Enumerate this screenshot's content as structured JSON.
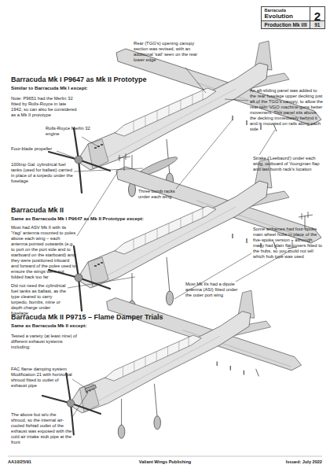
{
  "diagram": {
    "nodes": [
      {
        "text": [
          "Barracuda",
          "Evolution",
          "2",
          "Production Mk I/II",
          "91"
        ]
      }
    ],
    "labels": [
      "Barracuda Mk I P9647 as Mk II Prototype",
      "Similar to Barracuda Mk I except:",
      "Note: P9651 had the Merlin 32 fitted by Rolls-Royce in late 1942, so can also be considered as a Mk II prototype",
      "Rolls-Royce Merlin 32 engine",
      "Four-blade propeller",
      "100Imp Gal. cylindrical fuel tanks (used for ballast) carried in place of a torpedo under the fuselage",
      "Rear (TGG's) opening canopy section was revised, with an additional 'sail' seen on the rear lower edge",
      "An aft-sliding panel was added to the rear fuselage upper decking just aft of the TGG's canopy, to allow the rear twin 'VGO machine-guns better movement. This panel sits above the decking immediately behind it and is mounted on rails along each side",
      "Strake ('Leebaord') under each wing, outboard of Youngman flap and last bomb rack's location",
      "Three bomb racks under each wing",
      "Barracuda Mk II",
      "Same as Barracuda Mk I P9647 as Mk II Prototype except:",
      "Most had ASV Mk II with its 'Yagi' antenna mounted to poles above each wing – each antenna pointed outwards (e.g. to port on the port side and to starboard on the starboard) and they were positioned inboard and forward of the poles used to ensure the wings were not folded back too far",
      "Did not need the cylindrical fuel tanks as ballast, as the type cleared to carry torpedo, bombs, mine or depth charge under fuselage",
      "Some airframes had four-spoke main wheel hubs in place of the five-spoke version – although many had plain flat covers fitted to the hubs, so you could not tell which hub type was used",
      "Most Mk IIs had a dipole antenna (ASI) fitted under the outer port wing",
      "Barracuda Mk II P9715 – Flame Damper Trials",
      "Same as Barracuda Mk II except:",
      "Tested a variety (at least nine) of different exhaust systems including:",
      "FAC flame damping system Modification 21 with horizontal shroud fitted to outlet of exhaust pipe",
      "The above but w/o the shroud, so the internal air-cooled fishtail outlet of the exhaust was exposed with the cold air intake stub pipe at the front",
      "AA10/25/91",
      "Valiant Wings Publishing",
      "Issued: July 2022"
    ]
  }
}
